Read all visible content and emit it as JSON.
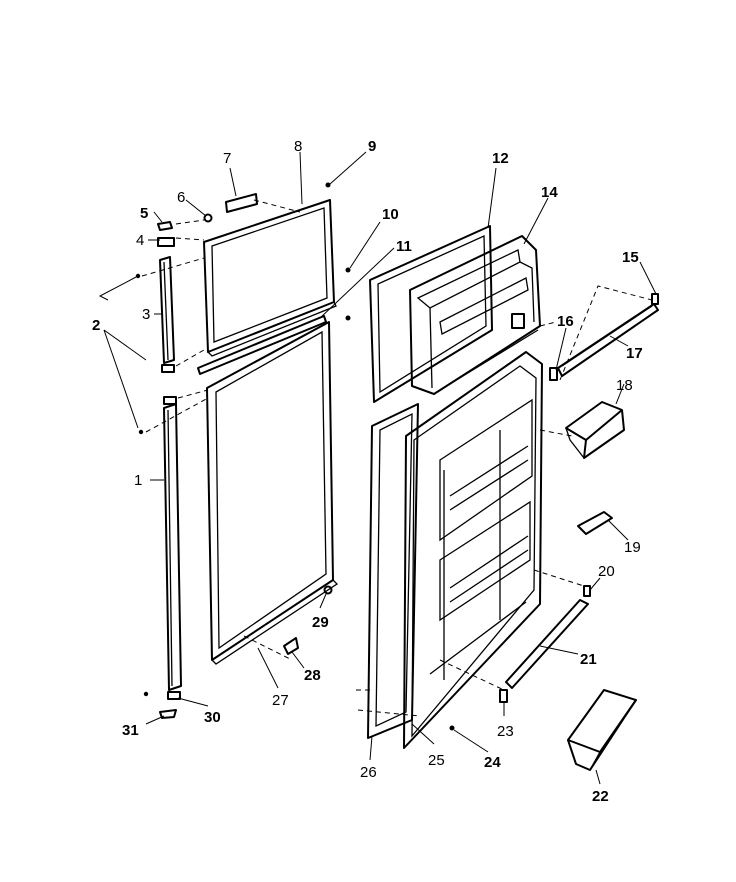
{
  "callouts": [
    {
      "id": "1",
      "text": "1"
    },
    {
      "id": "2",
      "text": "2"
    },
    {
      "id": "3",
      "text": "3"
    },
    {
      "id": "4",
      "text": "4"
    },
    {
      "id": "5",
      "text": "5"
    },
    {
      "id": "6",
      "text": "6"
    },
    {
      "id": "7",
      "text": "7"
    },
    {
      "id": "8",
      "text": "8"
    },
    {
      "id": "9",
      "text": "9"
    },
    {
      "id": "10",
      "text": "10"
    },
    {
      "id": "11",
      "text": "11"
    },
    {
      "id": "12",
      "text": "12"
    },
    {
      "id": "14",
      "text": "14"
    },
    {
      "id": "15",
      "text": "15"
    },
    {
      "id": "16",
      "text": "16"
    },
    {
      "id": "17",
      "text": "17"
    },
    {
      "id": "18",
      "text": "18"
    },
    {
      "id": "19",
      "text": "19"
    },
    {
      "id": "20",
      "text": "20"
    },
    {
      "id": "21",
      "text": "21"
    },
    {
      "id": "22",
      "text": "22"
    },
    {
      "id": "23",
      "text": "23"
    },
    {
      "id": "24",
      "text": "24"
    },
    {
      "id": "25",
      "text": "25"
    },
    {
      "id": "26",
      "text": "26"
    },
    {
      "id": "27",
      "text": "27"
    },
    {
      "id": "28",
      "text": "28"
    },
    {
      "id": "29",
      "text": "29"
    },
    {
      "id": "30",
      "text": "30"
    },
    {
      "id": "31",
      "text": "31"
    }
  ]
}
